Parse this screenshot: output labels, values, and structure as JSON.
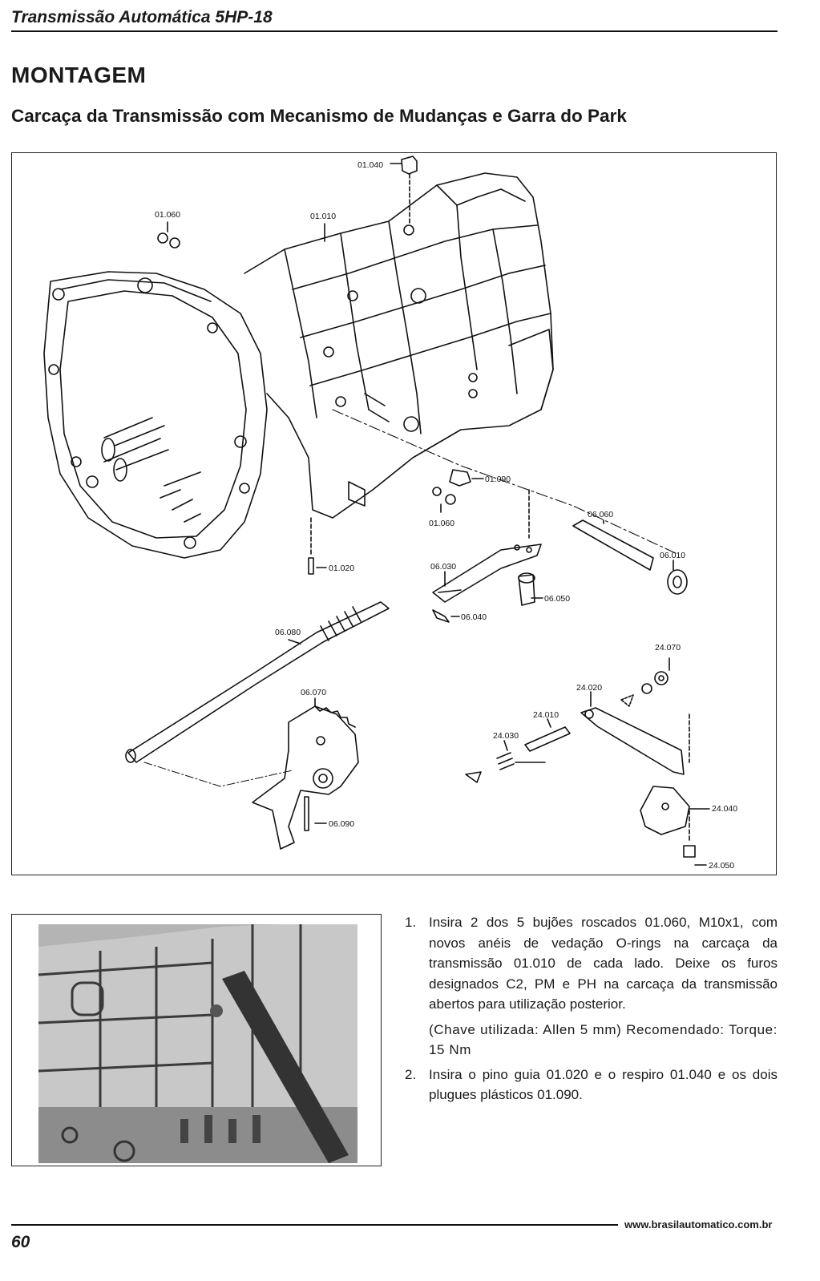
{
  "header": {
    "running_title": "Transmissão Automática 5HP-18"
  },
  "section_title": "MONTAGEM",
  "subsection_title": "Carcaça da Transmissão com Mecanismo de Mudanças e Garra do Park",
  "diagram": {
    "callouts": {
      "c01040": "01.040",
      "c01060a": "01.060",
      "c01010": "01.010",
      "c01090": "01.090",
      "c01060b": "01.060",
      "c06060": "06.060",
      "c06010": "06.010",
      "c01020": "01.020",
      "c06030": "06.030",
      "c06050": "06.050",
      "c06040": "06.040",
      "c06080": "06.080",
      "c24070": "24.070",
      "c06070": "06.070",
      "c24020": "24.020",
      "c24010": "24.010",
      "c24030": "24.030",
      "c24040": "24.040",
      "c06090": "06.090",
      "c24050": "24.050"
    }
  },
  "instructions": {
    "step1_num": "1.",
    "step1_text": "Insira 2 dos 5 bujões roscados 01.060, M10x1, com novos anéis de vedação O-rings na carcaça da transmissão 01.010 de cada lado. Deixe os furos designados C2, PM e PH na carcaça da transmissão abertos para utilização posterior.",
    "step1_note": "(Chave utilizada: Allen 5 mm) Recomendado: Torque: 15 Nm",
    "step2_num": "2.",
    "step2_text": "Insira o pino guia 01.020 e o respiro 01.040 e os dois plugues plásticos 01.090."
  },
  "footer": {
    "url": "www.brasilautomatico.com.br",
    "page_number": "60"
  }
}
